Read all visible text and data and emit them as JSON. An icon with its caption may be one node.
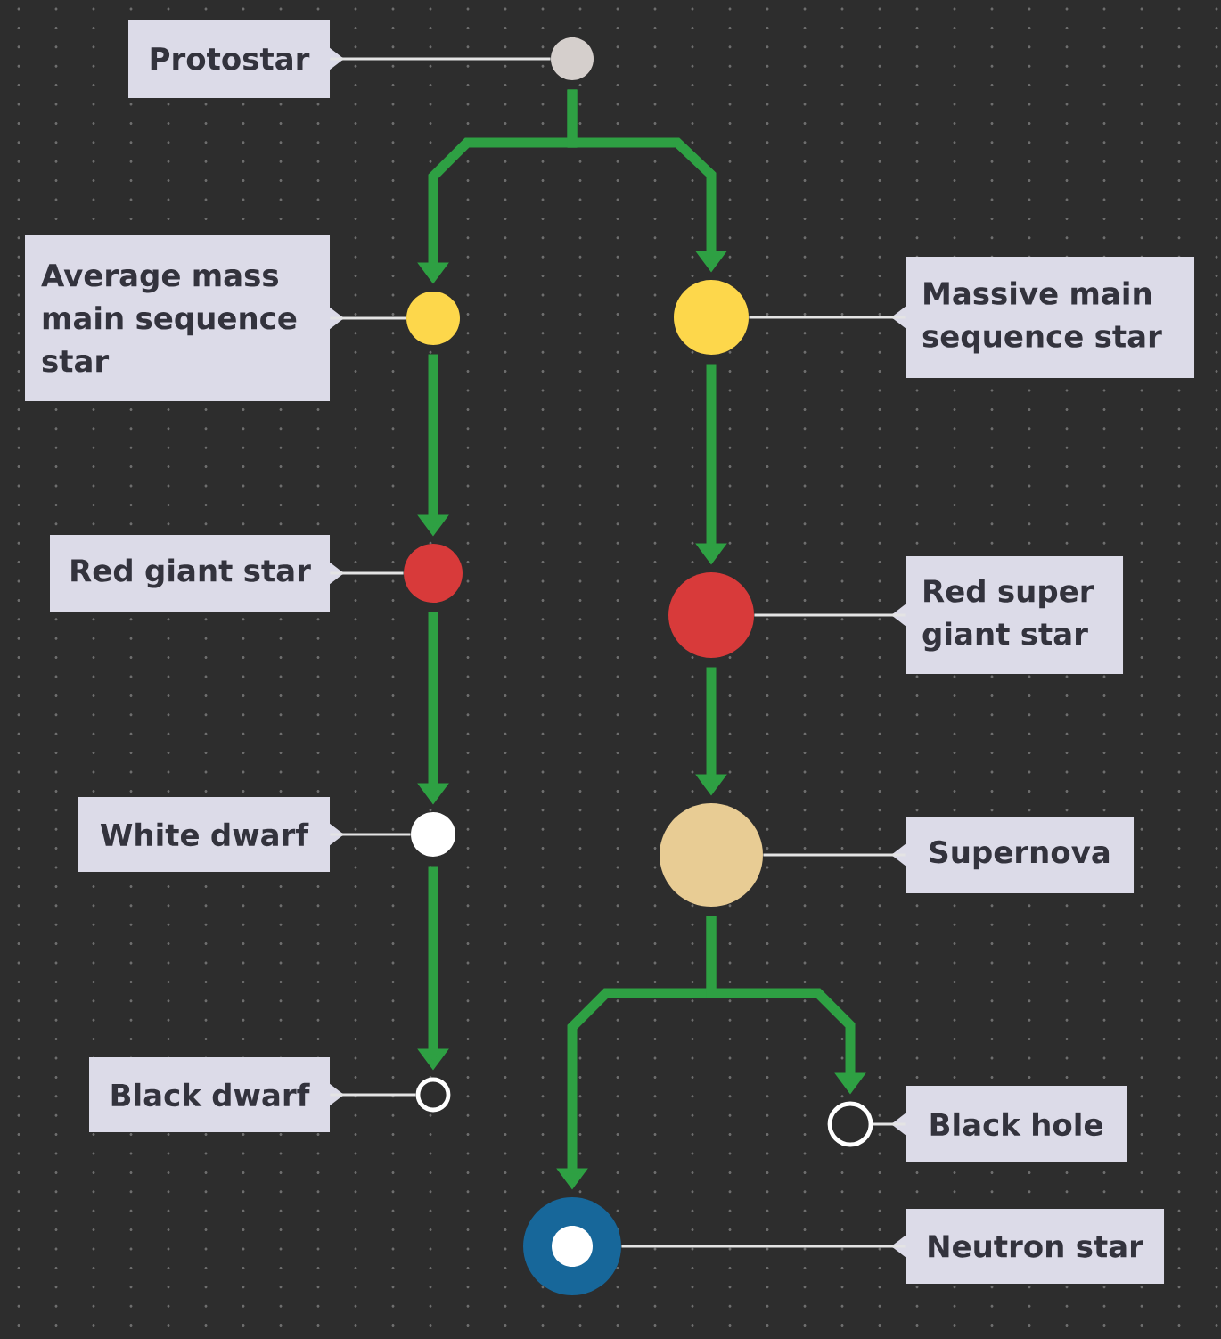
{
  "diagram": {
    "nodes": [
      {
        "text": [
          "Protostar"
        ]
      },
      {
        "text": [],
        "shape": "circle"
      },
      {
        "text": [
          "Average mass main sequence star"
        ]
      },
      {
        "text": [],
        "shape": "circle"
      },
      {
        "text": [],
        "shape": "circle"
      },
      {
        "text": [
          "Massive main sequence star"
        ]
      },
      {
        "text": [
          "Red giant star"
        ]
      },
      {
        "text": [],
        "shape": "circle"
      },
      {
        "text": [],
        "shape": "circle"
      },
      {
        "text": [
          "Red super giant star"
        ]
      },
      {
        "text": [
          "White dwarf"
        ]
      },
      {
        "text": [],
        "shape": "circle"
      },
      {
        "text": [],
        "shape": "circle"
      },
      {
        "text": [
          "Supernova"
        ]
      },
      {
        "text": [
          "Black dwarf"
        ]
      },
      {
        "text": [],
        "shape": "circle"
      },
      {
        "text": [],
        "shape": "circle"
      },
      {
        "text": [
          "Black hole"
        ]
      },
      {
        "text": [],
        "shape": "circle"
      },
      {
        "text": [
          "Neutron star"
        ]
      }
    ],
    "edges": [
      {
        "from": 0,
        "to": 1,
        "arrow": "none"
      },
      {
        "from": 1,
        "to": 3,
        "arrow": "to",
        "style": "thick",
        "color": "#2ea043"
      },
      {
        "from": 1,
        "to": 4,
        "arrow": "to",
        "style": "thick",
        "color": "#2ea043"
      },
      {
        "from": 2,
        "to": 3,
        "arrow": "none"
      },
      {
        "from": 5,
        "to": 4,
        "arrow": "none"
      },
      {
        "from": 3,
        "to": 7,
        "arrow": "to",
        "style": "thick",
        "color": "#2ea043"
      },
      {
        "from": 4,
        "to": 8,
        "arrow": "to",
        "style": "thick",
        "color": "#2ea043"
      },
      {
        "from": 6,
        "to": 7,
        "arrow": "none"
      },
      {
        "from": 9,
        "to": 8,
        "arrow": "none"
      },
      {
        "from": 7,
        "to": 11,
        "arrow": "to",
        "style": "thick",
        "color": "#2ea043"
      },
      {
        "from": 8,
        "to": 12,
        "arrow": "to",
        "style": "thick",
        "color": "#2ea043"
      },
      {
        "from": 10,
        "to": 11,
        "arrow": "none"
      },
      {
        "from": 13,
        "to": 12,
        "arrow": "none"
      },
      {
        "from": 11,
        "to": 15,
        "arrow": "to",
        "style": "thick",
        "color": "#2ea043"
      },
      {
        "from": 12,
        "to": 18,
        "arrow": "to",
        "style": "thick",
        "color": "#2ea043"
      },
      {
        "from": 12,
        "to": 16,
        "arrow": "to",
        "style": "thick",
        "color": "#2ea043"
      },
      {
        "from": 14,
        "to": 15,
        "arrow": "none"
      },
      {
        "from": 17,
        "to": 16,
        "arrow": "none"
      },
      {
        "from": 19,
        "to": 18,
        "arrow": "none"
      }
    ]
  }
}
